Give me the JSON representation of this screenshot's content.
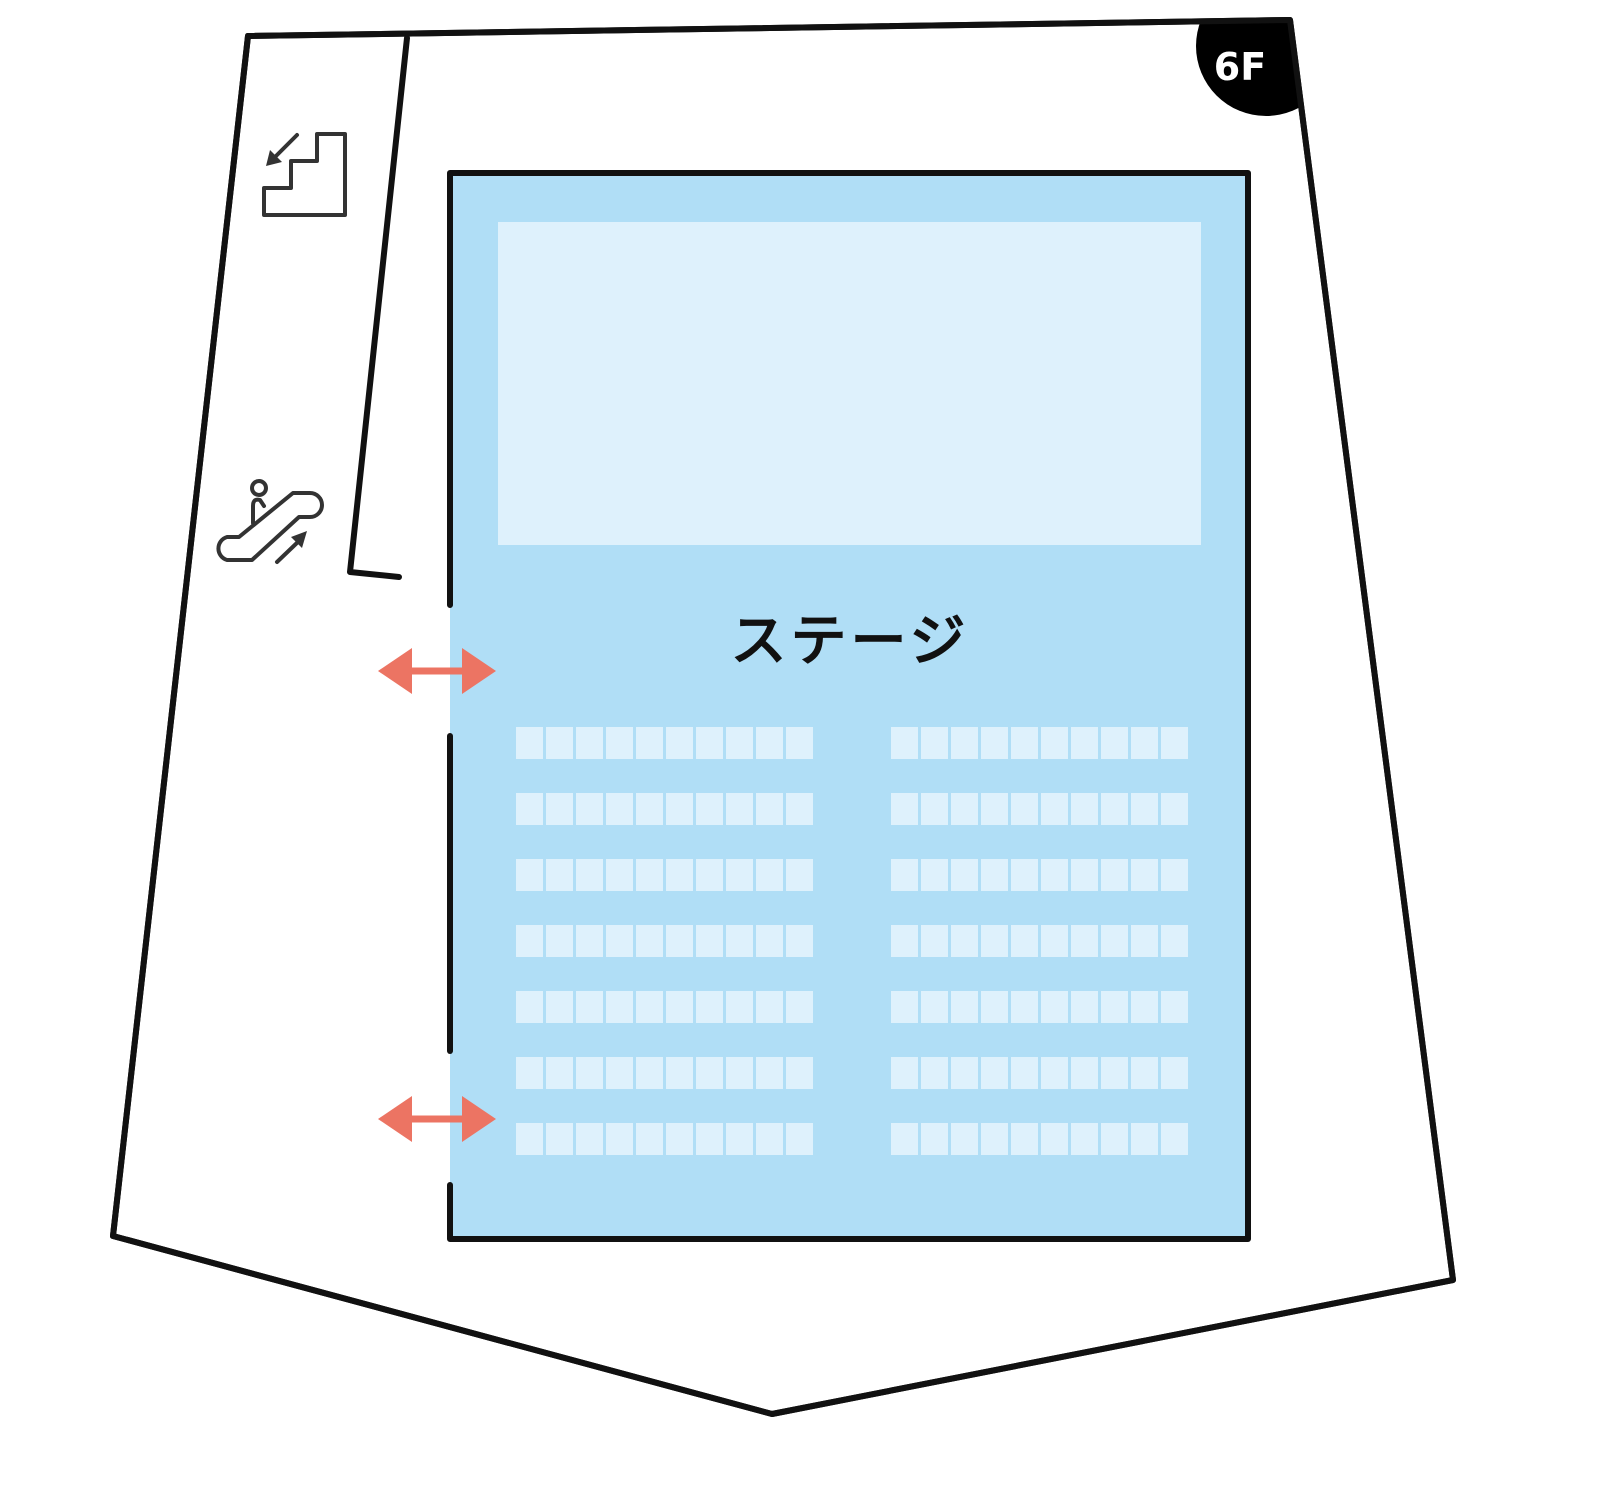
{
  "map": {
    "floor_label": "6F",
    "stage_label": "ステージ",
    "icons": {
      "stairs": "stairs-down-icon",
      "escalator": "escalator-up-icon",
      "door_arrow": "double-arrow-icon"
    },
    "colors": {
      "room_fill": "#b0def6",
      "screen_fill": "#def1fc",
      "seat_fill": "#def1fc",
      "wall": "#111111",
      "arrow": "#ec7463",
      "icon": "#333333",
      "floor_badge": "#000000"
    },
    "seating": {
      "blocks": 2,
      "rows_per_block": 7,
      "seats_per_row": 10
    }
  }
}
